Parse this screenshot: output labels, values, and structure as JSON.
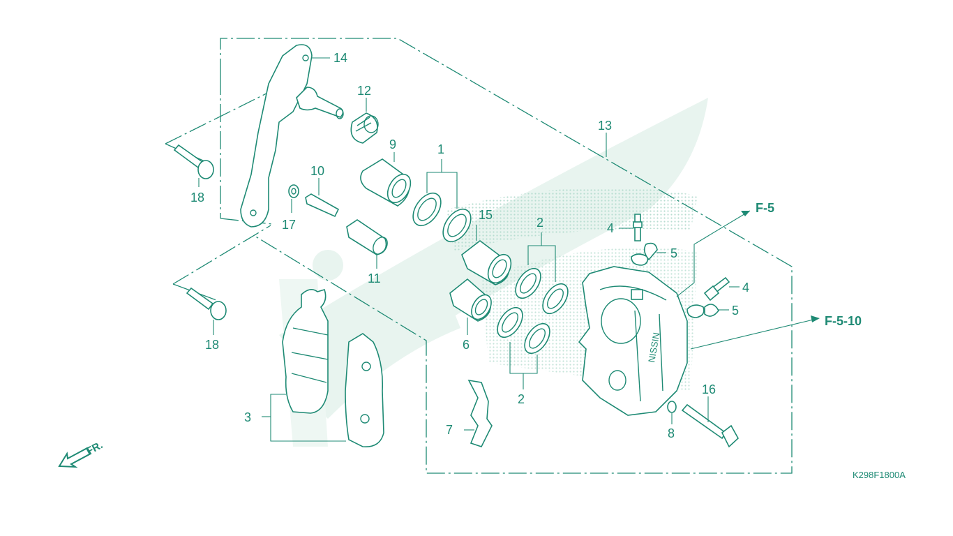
{
  "diagram": {
    "colors": {
      "line": "#1e8a74",
      "watermark": "#e6f3ee",
      "dots": "#b7ddd0"
    },
    "labels": {
      "p1": "1",
      "p2a": "2",
      "p2b": "2",
      "p3": "3",
      "p4a": "4",
      "p4b": "4",
      "p5a": "5",
      "p5b": "5",
      "p6": "6",
      "p7": "7",
      "p8": "8",
      "p9": "9",
      "p10": "10",
      "p11": "11",
      "p12": "12",
      "p13": "13",
      "p14": "14",
      "p15": "15",
      "p16": "16",
      "p17": "17",
      "p18a": "18",
      "p18b": "18"
    },
    "refs": {
      "f5": "F-5",
      "f510": "F-5-10"
    },
    "front": "FR.",
    "code": "K298F1800A"
  }
}
